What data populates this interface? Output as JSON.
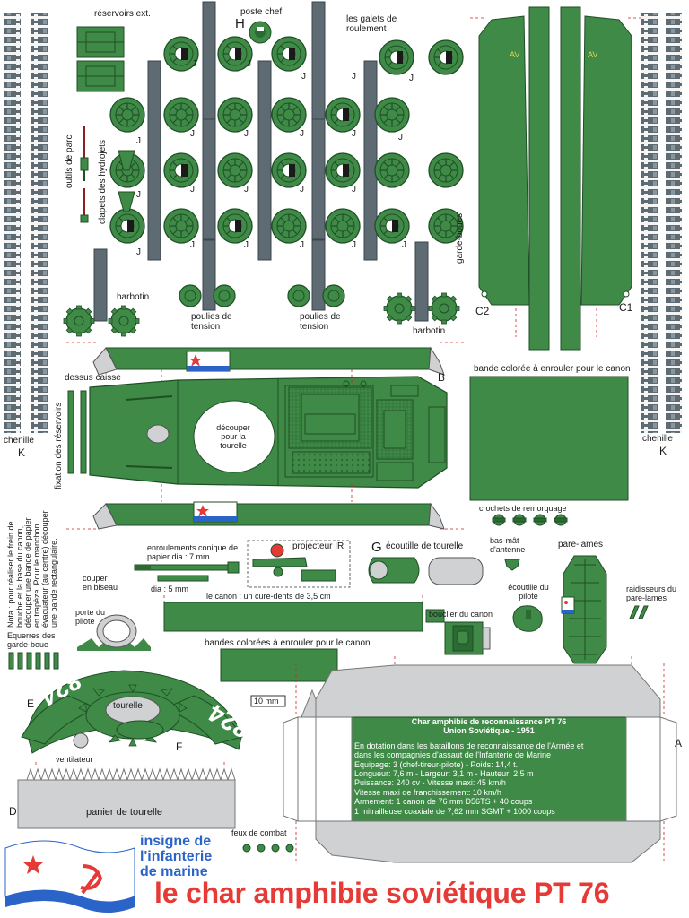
{
  "colors": {
    "green": "#3f8a47",
    "dark_green": "#2b6a33",
    "grey": "#5e6b73",
    "light_grey": "#cfd1d3",
    "red": "#e53a36",
    "blue": "#2a64c8",
    "cut_line": "#d02020"
  },
  "icons": [
    "tread-track",
    "road-wheel",
    "sprocket-wheel",
    "flag-icon",
    "star-icon",
    "hammer-sickle-icon",
    "hatch",
    "turret"
  ],
  "labels": {
    "reservoirs": "réservoirs ext.",
    "poste_chef_letter": "H",
    "poste_chef": "poste chef",
    "galets": "les galets de roulement",
    "outils": "outils de parc",
    "clapets": "clapets des hydrojets",
    "garde_boues": "garde-boues",
    "barbotin_left": "barbotin",
    "barbotin_right": "barbotin",
    "poulies_1": "poulies de tension",
    "poulies_2": "poulies de tension",
    "chenille_left": "chenille",
    "chenille_right": "chenille",
    "k": "K",
    "c1": "C1",
    "c2": "C2",
    "av": "AV",
    "j": "J",
    "dessus_caisse": "dessus caisse",
    "b": "B",
    "bande_canon": "bande colorée à enrouler pour le canon",
    "fixation": "fixation des réservoirs",
    "decouper": "découper pour la tourelle",
    "note": "Nota : pour réaliser le frein de bouche et la base du canon, découper une bande de papier en trapèze. Pour le manchon évacuateur (au centre) découper une bande rectangulaire.",
    "crochets": "crochets de remorquage",
    "enroulements": "enroulements conique de papier dia : 7 mm",
    "couper": "couper en biseau",
    "dia5": "dia : 5 mm",
    "canon": "le canon : un cure-dents de 3,5 cm",
    "projecteur": "projecteur IR",
    "g": "G",
    "ecoutille_tourelle": "écoutille de tourelle",
    "bas_mat": "bas-mât d'antenne",
    "pare_lames": "pare-lames",
    "ecoutille_pilote": "écoutille du pilote",
    "raidisseurs": "raidisseurs du pare-lames",
    "porte_pilote": "porte du pilote",
    "bouclier": "bouclier du canon",
    "equerres": "Equerres des garde-boue",
    "bandes_canon": "bandes colorées à enrouler pour le canon",
    "e": "E",
    "tourelle": "tourelle",
    "f": "F",
    "ventilateur": "ventilateur",
    "d": "D",
    "panier": "panier de tourelle",
    "scale": "10 mm",
    "a": "A",
    "feux": "feux de combat",
    "number_824": "824"
  },
  "info": {
    "title1": "Char amphibie de reconnaissance PT 76",
    "title2": "Union Soviétique - 1951",
    "lines": [
      "En dotation dans les bataillons de reconnaissance de l'Armée et",
      "dans les compagnies d'assaut de l'Infanterie de Marine",
      "Equipage: 3 (chef-tireur-pilote)  - Poids: 14,4 t.",
      "Longueur: 7,6 m -  Largeur: 3,1 m - Hauteur: 2,5 m",
      "Puissance: 240 cv - Vitesse maxi: 45 km/h",
      "Vitesse maxi de franchissement: 10  km/h",
      "Armement: 1 canon de 76 mm D56TS + 40 coups",
      "1 mitrailleuse coaxiale de 7,62 mm SGMT + 1000 coups"
    ]
  },
  "insigne": {
    "l1": "insigne de",
    "l2": "l'infanterie",
    "l3": "de marine"
  },
  "title": "le char amphibie soviétique PT 76"
}
